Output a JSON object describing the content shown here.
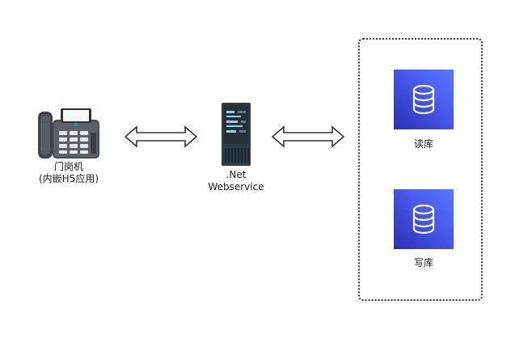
{
  "nodes": {
    "gate_phone": {
      "label_line1": "门岗机",
      "label_line2": "(内嵌H5应用)"
    },
    "server": {
      "label_line1": ".Net",
      "label_line2": "Webservice"
    },
    "read_db": {
      "label": "读库"
    },
    "write_db": {
      "label": "写库"
    }
  },
  "icons": {
    "phone": "desk-phone-icon",
    "server": "server-rack-icon",
    "database": "database-icon",
    "arrow": "double-arrow-icon"
  },
  "colors": {
    "db_gradient_start": "#2b2fb6",
    "db_gradient_end": "#5a78ff",
    "server_body": "#2e3a44",
    "phone_body": "#4a4f55"
  }
}
